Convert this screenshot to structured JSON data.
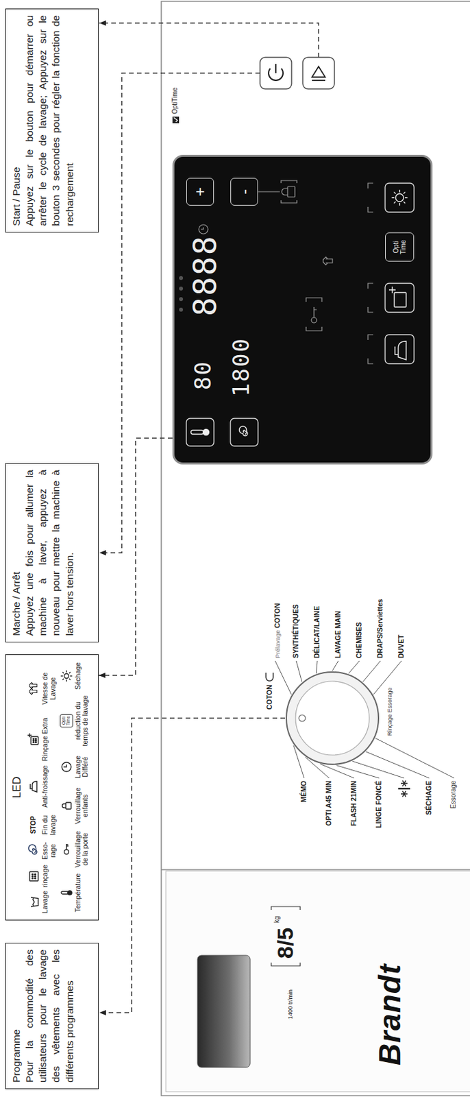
{
  "diagram": {
    "nodes": [
      {
        "text": [
          "Programme",
          "Pour la commodité des utilisateurs pour le lavage des vêtements avec les différents programmes"
        ]
      },
      {
        "text": [
          "LED"
        ]
      },
      {
        "text": [
          "Marche / Arrêt",
          "Appuyez une fois pour allumer la machine à laver, appuyez à nouveau pour mettre la machine à laver hors tension."
        ]
      },
      {
        "text": [
          "Start / Pause",
          "Appuyez sur le bouton pour démarrer ou arrêter le cycle de lavage; Appuyez sur le bouton 3 secondes pour régler la fonction de rechargement"
        ]
      },
      {
        "text": [
          "80",
          "1800",
          "8888"
        ]
      },
      {
        "text": [
          "+"
        ],
        "in": 4
      },
      {
        "text": [
          "-"
        ],
        "in": 4
      },
      {
        "text": [
          "Opti Time"
        ],
        "in": 4
      }
    ],
    "edges": [
      {
        "from": 4,
        "to": 1,
        "arrow": "to"
      }
    ],
    "labels": [
      "Lavage",
      "rinçage",
      "Esso- rage",
      "STOP",
      "Fin du lavage",
      "Anti-froissage",
      "Rinçage Extra",
      "Vitesse de Lavage",
      "Température",
      "Verrouillage de la porte",
      "Verrouillage enfants",
      "Lavage Différé",
      "Opti Time",
      "réduction du temps de lavage",
      "Séchage",
      "Brandt",
      "1400 tr/min",
      "8/5",
      "kg",
      "COTON",
      "Prélavage",
      "COTON",
      "SYNTHÉTIQUES",
      "DÉLICAT/LAINE",
      "LAVAGE MAIN",
      "CHEMISES",
      "DRAPS/Serviettes",
      "DUVET",
      "MÉMO",
      "OPTI A45 MIN",
      "FLASH 21MIN",
      "LINGE FONCÉ",
      "SÉCHAGE",
      "Essorage",
      "Rinçage Essorage",
      "OptiTime"
    ]
  }
}
